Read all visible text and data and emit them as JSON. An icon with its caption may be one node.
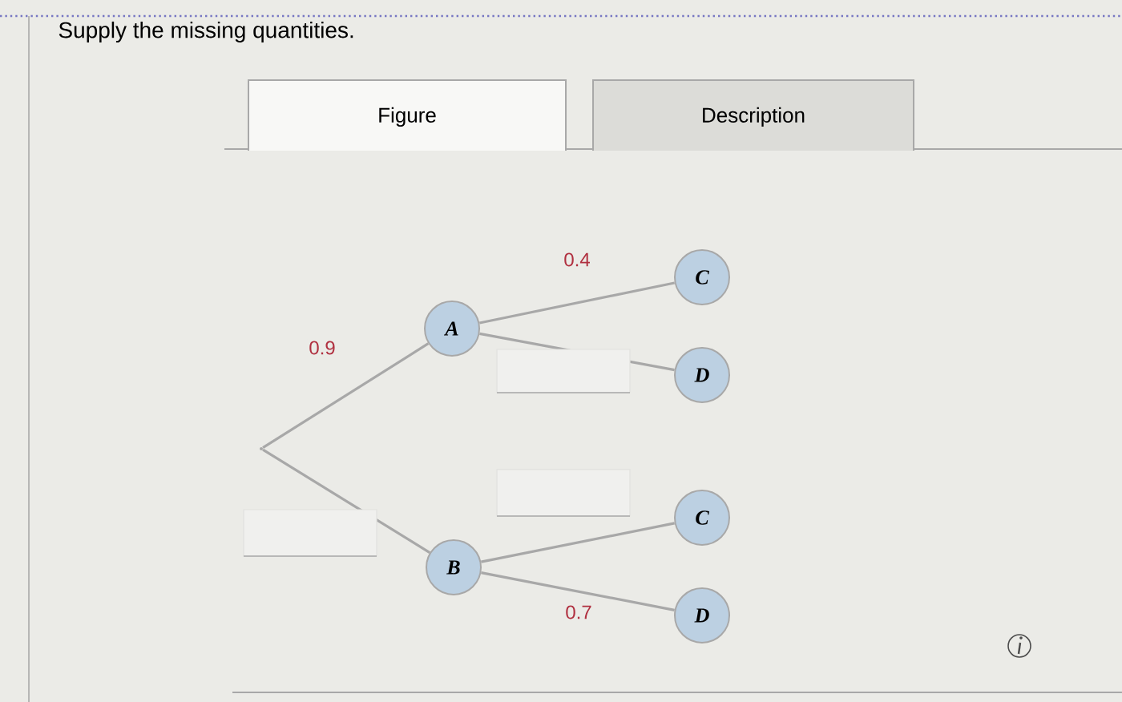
{
  "diagram": {
    "title": "Supply the missing quantities.",
    "nodes": [
      {
        "text": [],
        "shape": "point"
      },
      {
        "text": [
          "A"
        ]
      },
      {
        "text": [
          "B"
        ]
      },
      {
        "text": [
          "C"
        ]
      },
      {
        "text": [
          "D"
        ]
      },
      {
        "text": [
          "C"
        ]
      },
      {
        "text": [
          "D"
        ]
      }
    ],
    "edges": [
      {
        "from": 0,
        "to": 1,
        "arrow": "none",
        "label": "0.9"
      },
      {
        "from": 0,
        "to": 2,
        "arrow": "none"
      },
      {
        "from": 1,
        "to": 3,
        "arrow": "none",
        "label": "0.4"
      },
      {
        "from": 1,
        "to": 4,
        "arrow": "none"
      },
      {
        "from": 2,
        "to": 5,
        "arrow": "none"
      },
      {
        "from": 2,
        "to": 6,
        "arrow": "none",
        "label": "0.7"
      }
    ],
    "labels": [
      "Figure",
      "Description"
    ]
  }
}
